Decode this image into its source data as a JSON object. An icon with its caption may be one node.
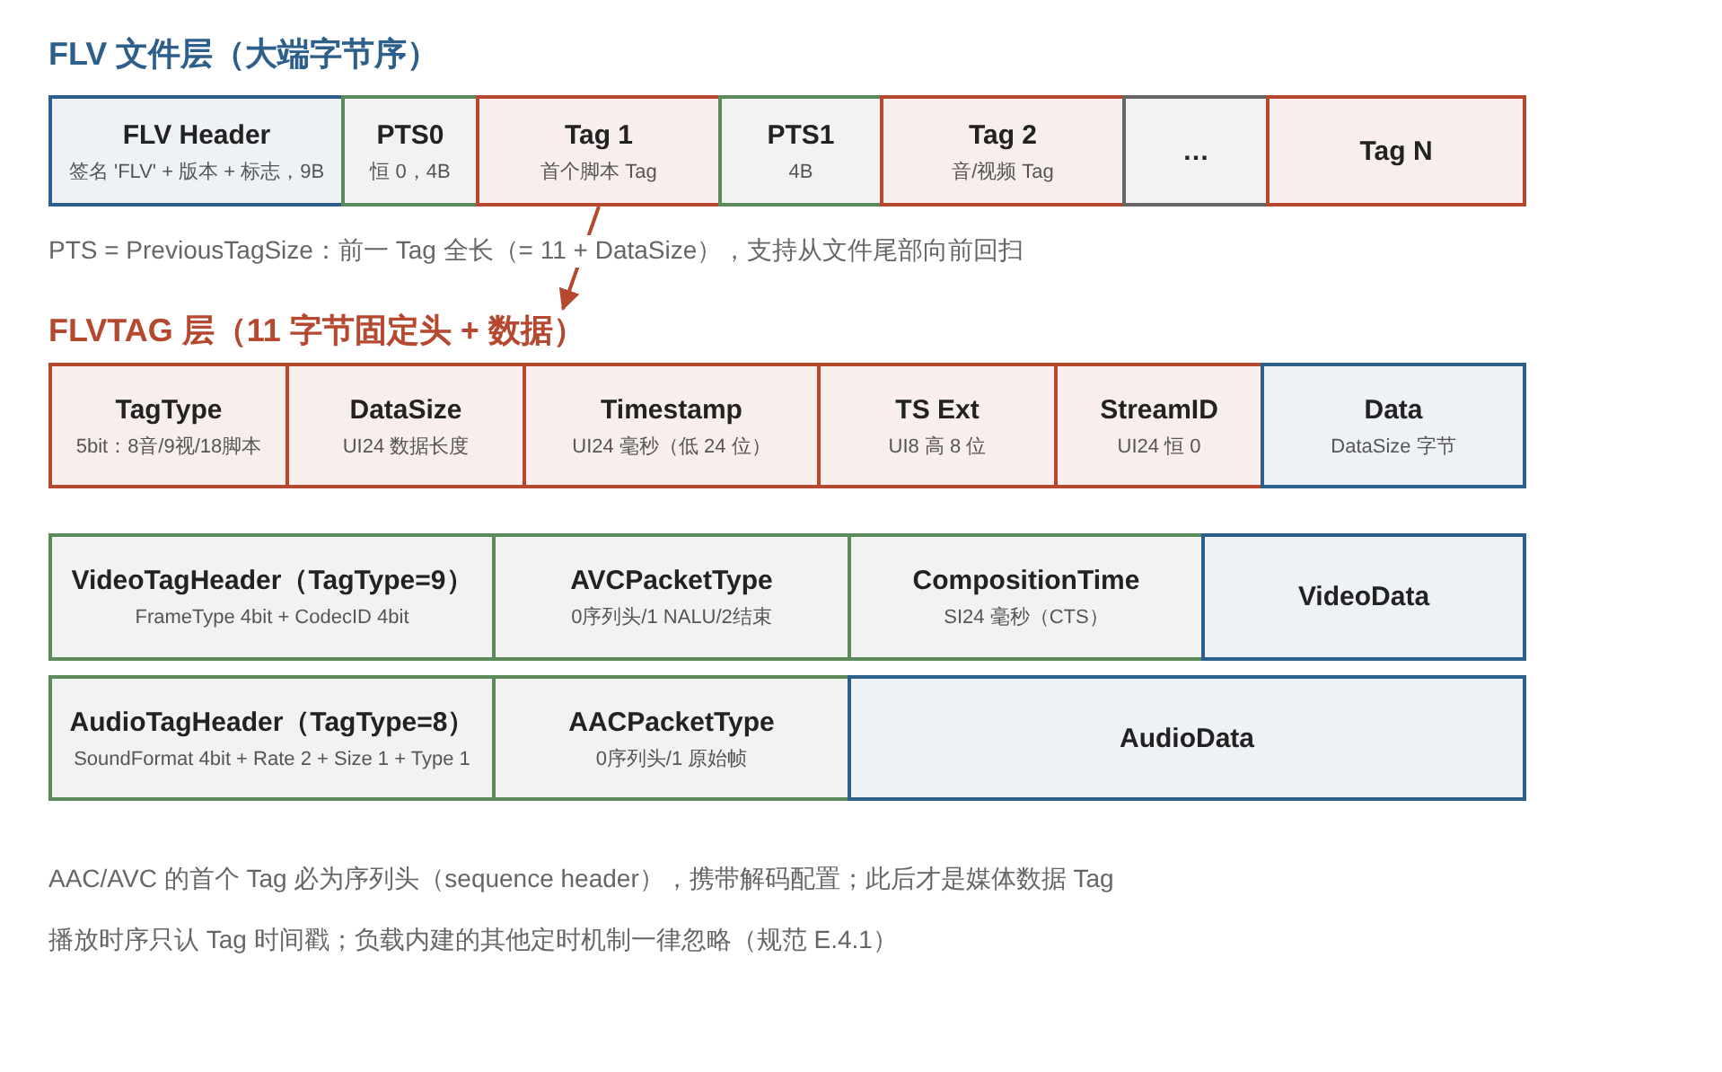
{
  "diagram": {
    "title": "FLV 文件层（大端字节序）",
    "nodes": [
      {
        "text": [
          "FLV Header",
          "签名 'FLV' + 版本 + 标志，9B"
        ]
      },
      {
        "text": [
          "PTS0",
          "恒 0，4B"
        ]
      },
      {
        "text": [
          "Tag 1",
          "首个脚本 Tag"
        ]
      },
      {
        "text": [
          "PTS1",
          "4B"
        ]
      },
      {
        "text": [
          "Tag 2",
          "音/视频 Tag"
        ]
      },
      {
        "text": [
          "…"
        ]
      },
      {
        "text": [
          "Tag N"
        ]
      },
      {
        "text": [
          "FLVTAG 层（11 字节固定头 + 数据）"
        ]
      },
      {
        "text": [
          "TagType",
          "5bit：8音/9视/18脚本"
        ]
      },
      {
        "text": [
          "DataSize",
          "UI24 数据长度"
        ]
      },
      {
        "text": [
          "Timestamp",
          "UI24 毫秒（低 24 位）"
        ]
      },
      {
        "text": [
          "TS Ext",
          "UI8 高 8 位"
        ]
      },
      {
        "text": [
          "StreamID",
          "UI24 恒 0"
        ]
      },
      {
        "text": [
          "Data",
          "DataSize 字节"
        ]
      },
      {
        "text": [
          "VideoTagHeader（TagType=9）",
          "FrameType 4bit + CodecID 4bit"
        ]
      },
      {
        "text": [
          "AVCPacketType",
          "0序列头/1 NALU/2结束"
        ]
      },
      {
        "text": [
          "CompositionTime",
          "SI24 毫秒（CTS）"
        ]
      },
      {
        "text": [
          "VideoData"
        ]
      },
      {
        "text": [
          "AudioTagHeader（TagType=8）",
          "SoundFormat 4bit + Rate 2 + Size 1 + Type 1"
        ]
      },
      {
        "text": [
          "AACPacketType",
          "0序列头/1 原始帧"
        ]
      },
      {
        "text": [
          "AudioData"
        ]
      }
    ],
    "edges": [
      {
        "from": 2,
        "to": 7,
        "arrow": "to",
        "color": "#b5482f"
      }
    ],
    "labels": [
      "PTS = PreviousTagSize：前一 Tag 全长（= 11 + DataSize），支持从文件尾部向前回扫",
      "AAC/AVC 的首个 Tag 必为序列头（sequence header），携带解码配置；此后才是媒体数据 Tag",
      "播放时序只认 Tag 时间戳；负载内建的其他定时机制一律忽略（规范 E.4.1）"
    ]
  }
}
